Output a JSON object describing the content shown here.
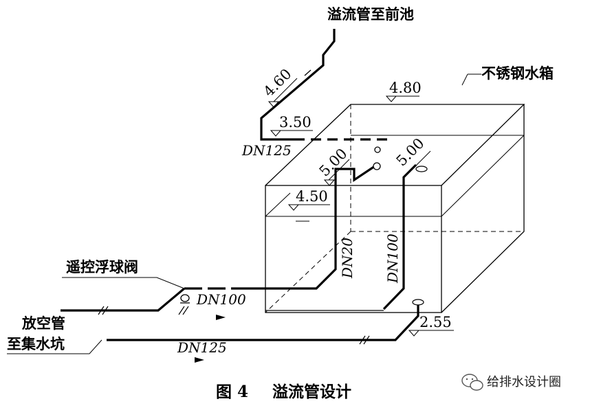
{
  "labels": {
    "overflow_to_pool": "溢流管至前池",
    "stainless_tank": "不锈钢水箱",
    "remote_float_valve": "遥控浮球阀",
    "drain_line1": "放空管",
    "drain_line2": "至集水坑"
  },
  "elevations": {
    "top_weir": "4.60",
    "tank_top": "4.80",
    "overflow_low": "3.50",
    "inlet_high": "5.00",
    "outlet_high": "5.00",
    "water_level": "4.50",
    "drain": "2.55"
  },
  "pipe_sizes": {
    "overflow": "DN125",
    "small_riser": "DN20",
    "riser": "DN100",
    "inlet": "DN100",
    "drain": "DN125"
  },
  "caption": {
    "figure": "图 4",
    "title": "溢流管设计"
  },
  "watermark": {
    "icon": "wechat-icon",
    "text": "给排水设计圈"
  },
  "colors": {
    "line": "#000000",
    "background": "#ffffff"
  }
}
